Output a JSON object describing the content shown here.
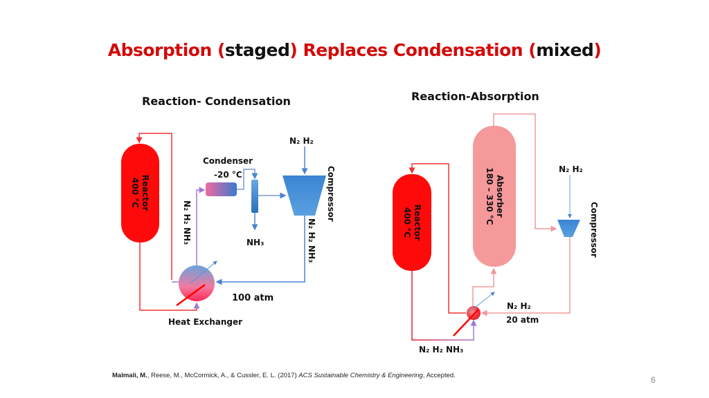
{
  "title": {
    "part1": "Absorption (",
    "part2": "staged",
    "part3": ") Replaces Condensation (",
    "part4": "mixed",
    "part5": ")"
  },
  "left_diagram": {
    "heading": "Reaction- Condensation",
    "reactor_name": "Reactor",
    "reactor_temp": "400 °C",
    "condenser_label": "Condenser",
    "condenser_temp": "-20 °C",
    "feed_label": "N₂  H₂",
    "compressor_label": "Compressor",
    "product_label": "NH₃",
    "stream_left_label": "N₂  H₂  NH₃",
    "stream_right_label": "N₂  H₂  NH₃",
    "pressure_label": "100 atm",
    "heat_exchanger_label": "Heat Exchanger"
  },
  "right_diagram": {
    "heading": "Reaction-Absorption",
    "reactor_name": "Reactor",
    "reactor_temp": "400 °C",
    "absorber_name": "Absorber",
    "absorber_temp": "180 – 330 °C",
    "feed_label": "N₂  H₂",
    "compressor_label": "Compressor",
    "recycle_label": "N₂  H₂",
    "pressure_label": "20 atm",
    "bottom_stream_label": "N₂  H₂  NH₃"
  },
  "citation": {
    "authors_bold": "Malmali, M.",
    "authors_rest": ", Reese, M., McCormick, A., & Cussler, E. L. (2017) ",
    "journal": "ACS Sustainable Chemistry & Engineering",
    "status": ", Accepted."
  },
  "page_number": "6",
  "colors": {
    "title_red": "#d40a0a",
    "reactor_red": "#ff0a0a",
    "absorber_pink": "#f5999b",
    "compressor_blue": "#3a8ad6"
  }
}
